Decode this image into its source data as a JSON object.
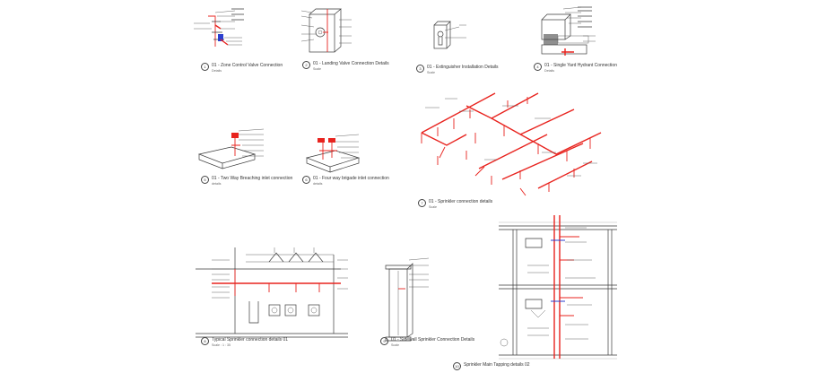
{
  "colors": {
    "line": "#3a3a3a",
    "fire_pipe": "#e8231e",
    "accent_blue": "#2b3fcf",
    "background": "#ffffff"
  },
  "details": [
    {
      "number": "1",
      "title": "01 - Zone Control Valve Connection",
      "scale": "Details"
    },
    {
      "number": "2",
      "title": "01 - Landing Valve Connection Details",
      "scale": "Scale"
    },
    {
      "number": "3",
      "title": "01 - Extinguisher Installation Details",
      "scale": "Scale"
    },
    {
      "number": "4",
      "title": "01 - Single Yard Hydrant Connection",
      "scale": "Details"
    },
    {
      "number": "5",
      "title": "01 - Two Way Breaching inlet connection",
      "scale": "details"
    },
    {
      "number": "6",
      "title": "01 - Four way brigade inlet connection",
      "scale": "details"
    },
    {
      "number": "7",
      "title": "01 - Sprinkler connection details",
      "scale": "Scale"
    },
    {
      "number": "8",
      "title": "Typical Sprinkler connection details 01",
      "scale": "Scale : 1 : 35"
    },
    {
      "number": "9",
      "title": "01 - Sidewall Sprinkler Connection Details",
      "scale": "Scale"
    },
    {
      "number": "10",
      "title": "Sprinkler Main Tapping details 02",
      "scale": ""
    }
  ]
}
